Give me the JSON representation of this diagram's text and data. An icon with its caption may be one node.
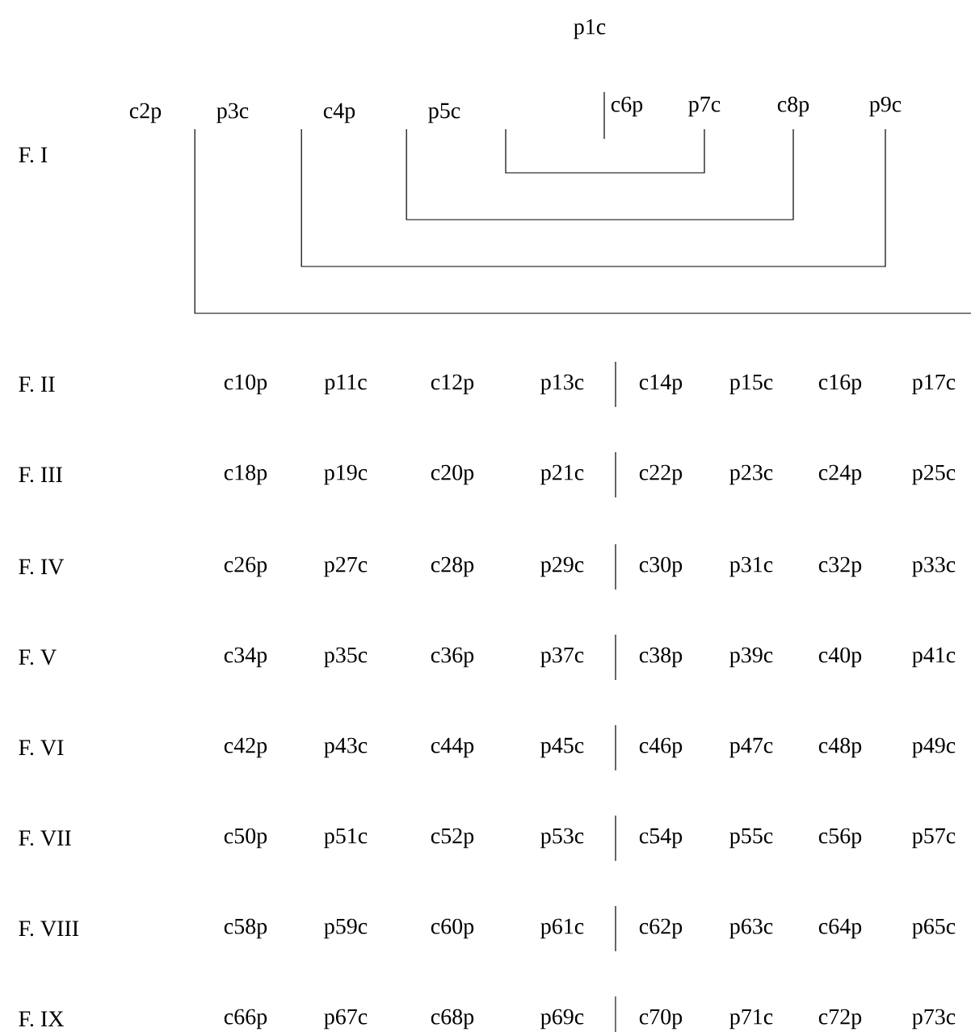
{
  "diagram": {
    "nodes": [
      {
        "text": [
          "p1c"
        ]
      },
      {
        "text": [
          "c2p"
        ]
      },
      {
        "text": [
          "p3c"
        ]
      },
      {
        "text": [
          "c4p"
        ]
      },
      {
        "text": [
          "p5c"
        ]
      },
      {
        "text": [
          "c6p"
        ]
      },
      {
        "text": [
          "p7c"
        ]
      },
      {
        "text": [
          "c8p"
        ]
      },
      {
        "text": [
          "p9c"
        ]
      }
    ],
    "edges": [
      {
        "from": null,
        "to": 6,
        "arrow": "none"
      },
      {
        "from": 4,
        "to": 7,
        "arrow": "none"
      },
      {
        "from": 3,
        "to": 8,
        "arrow": "none"
      },
      {
        "from": 2,
        "to": null,
        "arrow": "none"
      }
    ],
    "labels": [
      "F. I",
      "F. II",
      "c10p",
      "p11c",
      "c12p",
      "p13c",
      "c14p",
      "p15c",
      "c16p",
      "p17c",
      "F. III",
      "c18p",
      "p19c",
      "c20p",
      "p21c",
      "c22p",
      "p23c",
      "c24p",
      "p25c",
      "F. IV",
      "c26p",
      "p27c",
      "c28p",
      "p29c",
      "c30p",
      "p31c",
      "c32p",
      "p33c",
      "F. V",
      "c34p",
      "p35c",
      "c36p",
      "p37c",
      "c38p",
      "p39c",
      "c40p",
      "p41c",
      "F. VI",
      "c42p",
      "p43c",
      "c44p",
      "p45c",
      "c46p",
      "p47c",
      "c48p",
      "p49c",
      "F. VII",
      "c50p",
      "p51c",
      "c52p",
      "p53c",
      "c54p",
      "p55c",
      "c56p",
      "p57c",
      "F. VIII",
      "c58p",
      "p59c",
      "c60p",
      "p61c",
      "c62p",
      "p63c",
      "c64p",
      "p65c",
      "F. IX",
      "c66p",
      "p67c",
      "c68p",
      "p69c",
      "c70p",
      "p71c",
      "c72p",
      "p73c"
    ]
  }
}
